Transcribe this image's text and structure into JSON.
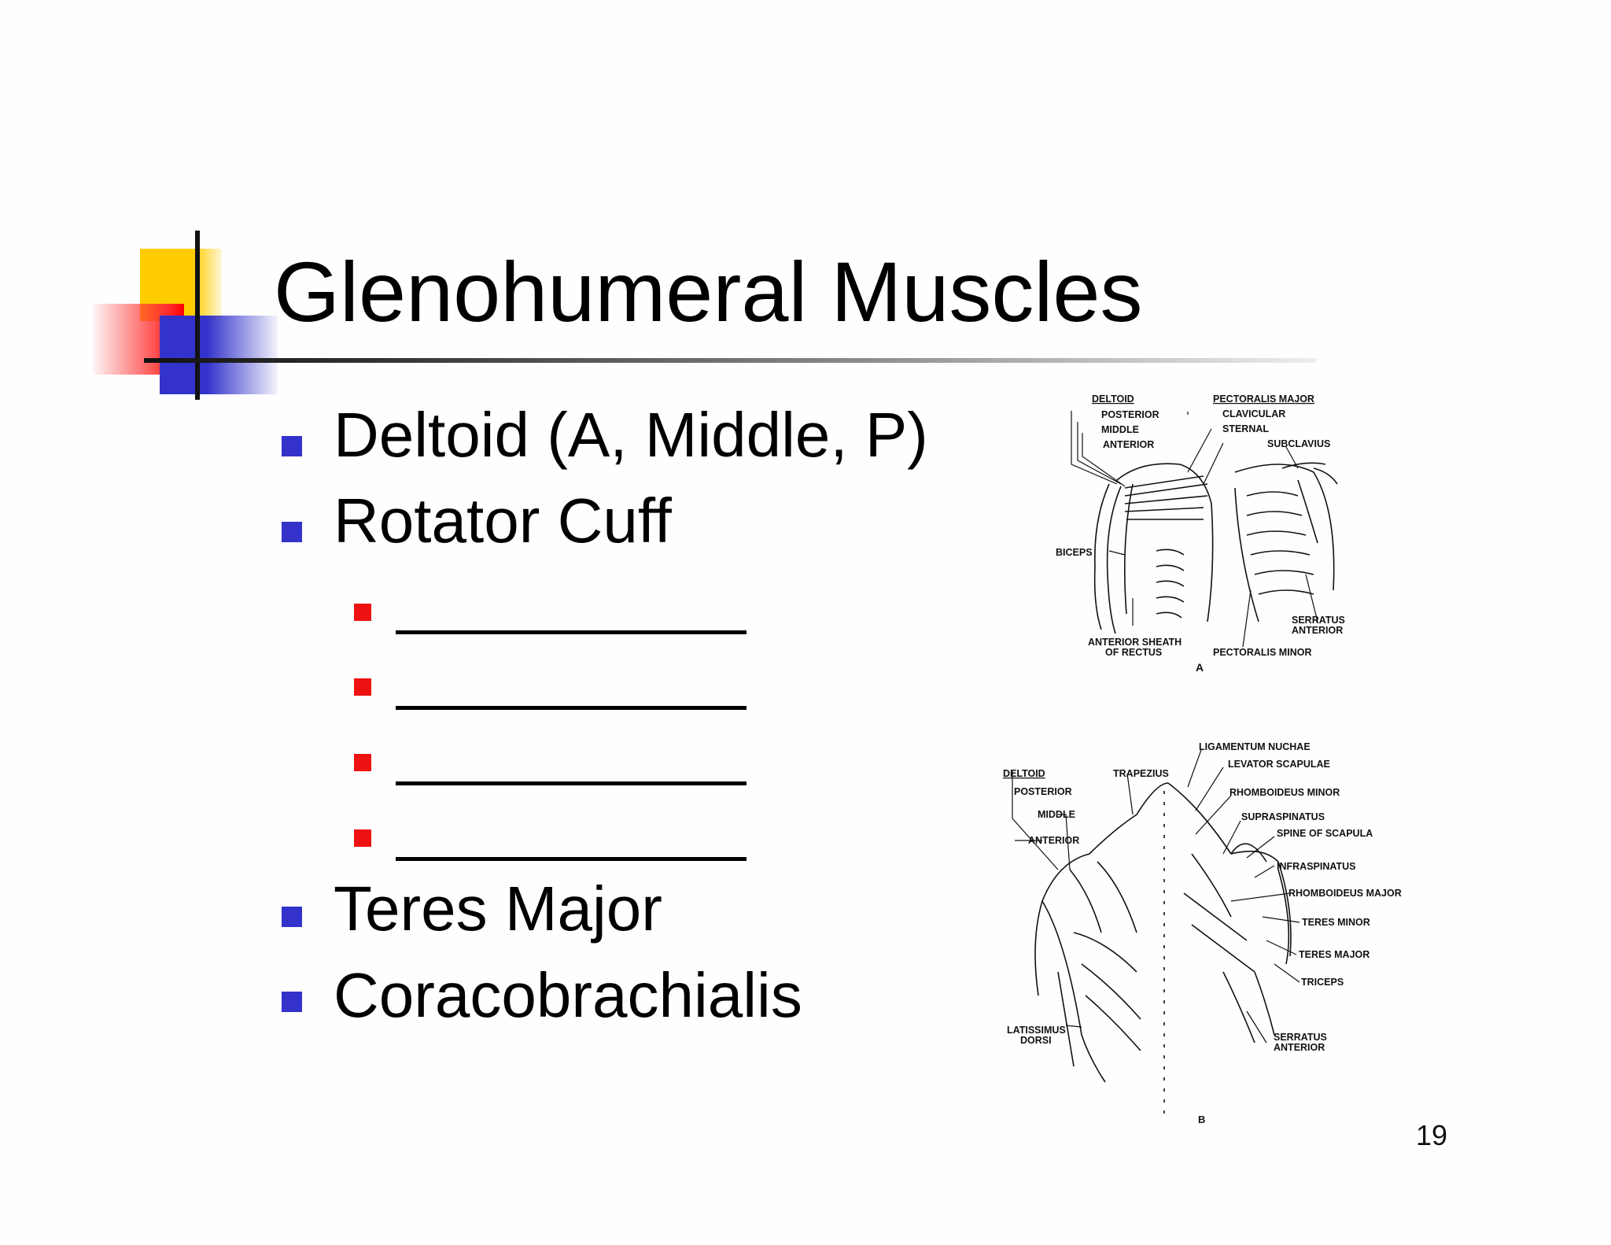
{
  "slide": {
    "title": "Glenohumeral Muscles",
    "bullets": [
      {
        "text": "Deltoid (A, Middle, P)"
      },
      {
        "text": "Rotator Cuff"
      },
      {
        "text": "Teres Major"
      },
      {
        "text": "Coracobrachialis"
      }
    ],
    "blank_count": 4,
    "page_number": "19",
    "colors": {
      "bullet_primary": "#3333cc",
      "bullet_secondary": "#ee1111",
      "accent_yellow": "#ffcc00",
      "accent_red": "#ff3333"
    }
  },
  "figure_a": {
    "panel_label": "A",
    "labels": {
      "deltoid": "DELTOID",
      "posterior": "POSTERIOR",
      "middle": "MIDDLE",
      "anterior": "ANTERIOR",
      "pectoralis_major": "PECTORALIS MAJOR",
      "clavicular": "CLAVICULAR",
      "sternal": "STERNAL",
      "subclavius": "SUBCLAVIUS",
      "biceps": "BICEPS",
      "serratus_1": "SERRATUS",
      "serratus_2": "ANTERIOR",
      "sheath_1": "ANTERIOR SHEATH",
      "sheath_2": "OF RECTUS",
      "pectoralis_minor": "PECTORALIS MINOR"
    }
  },
  "figure_b": {
    "panel_label": "B",
    "labels": {
      "ligamentum_nuchae": "LIGAMENTUM NUCHAE",
      "levator_scapulae": "LEVATOR SCAPULAE",
      "deltoid": "DELTOID",
      "trapezius": "TRAPEZIUS",
      "rhomboideus_minor": "RHOMBOIDEUS MINOR",
      "posterior": "POSTERIOR",
      "middle": "MIDDLE",
      "supraspinatus": "SUPRASPINATUS",
      "spine_of_scapula": "SPINE OF SCAPULA",
      "anterior": "ANTERIOR",
      "infraspinatus": "INFRASPINATUS",
      "rhomboideus_major": "RHOMBOIDEUS MAJOR",
      "teres_minor": "TERES MINOR",
      "teres_major": "TERES MAJOR",
      "triceps": "TRICEPS",
      "latissimus_1": "LATISSIMUS",
      "latissimus_2": "DORSI",
      "serratus_1": "SERRATUS",
      "serratus_2": "ANTERIOR"
    }
  }
}
